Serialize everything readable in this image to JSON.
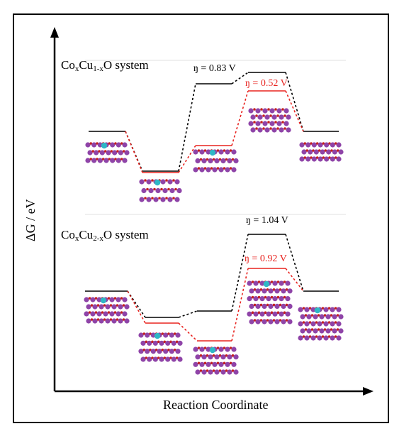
{
  "y_axis_label": "ΔG / eV",
  "x_axis_label": "Reaction Coordinate",
  "panel_top": {
    "system_parts": [
      "Co",
      "x",
      "Cu",
      "1-x",
      "O",
      " system"
    ],
    "overpotential_black": "ŋ = 0.83 V",
    "overpotential_red": "ŋ = 0.52 V"
  },
  "panel_bottom": {
    "system_parts": [
      "Co",
      "x",
      "Cu",
      "2-x",
      "O",
      " system"
    ],
    "overpotential_black": "ŋ = 1.04 V",
    "overpotential_red": "ŋ = 0.92 V"
  },
  "colors": {
    "black_path": "#000000",
    "red_path": "#e8231f",
    "atom_purple": "#8f44a8",
    "atom_red": "#c42020",
    "atom_cyan": "#2fb7c6"
  }
}
